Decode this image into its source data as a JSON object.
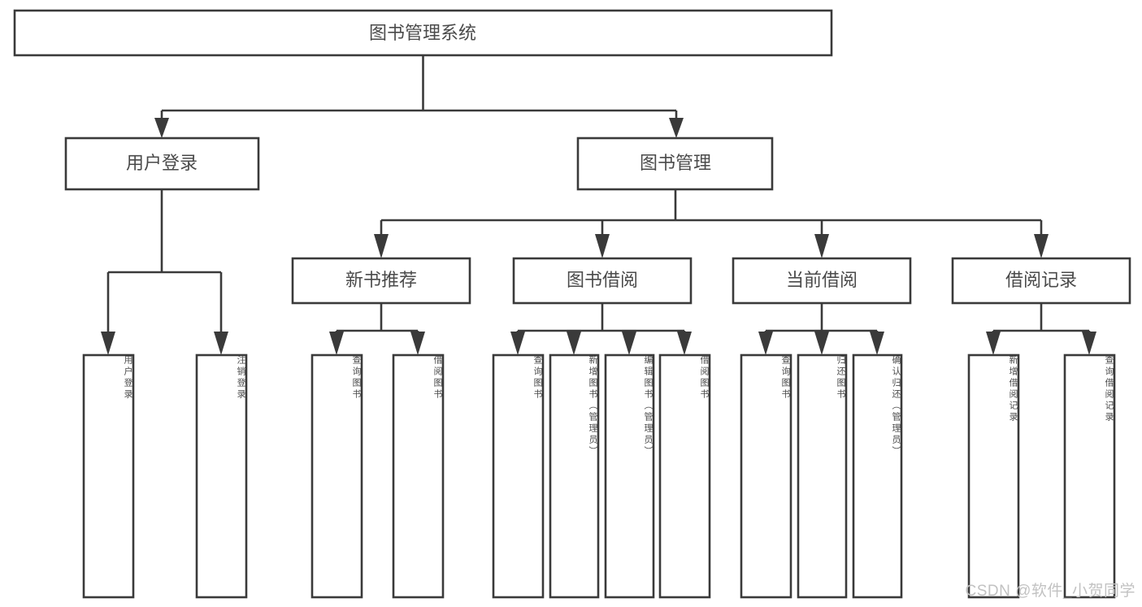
{
  "diagram": {
    "title": "图书管理系统",
    "type": "tree",
    "orientation": "top-down",
    "background_color": "#ffffff",
    "line_color": "#3a3a3a",
    "text_color": "#4a4a4a",
    "box_fill": "#ffffff"
  },
  "root": {
    "label": "图书管理系统"
  },
  "level2": [
    {
      "label": "用户登录"
    },
    {
      "label": "图书管理"
    }
  ],
  "level3": [
    {
      "label": "新书推荐"
    },
    {
      "label": "图书借阅"
    },
    {
      "label": "当前借阅"
    },
    {
      "label": "借阅记录"
    }
  ],
  "leaves": {
    "user_login": [
      {
        "label": "用户登录"
      },
      {
        "label": "注销登录"
      }
    ],
    "new_book_recommend": [
      {
        "label": "查询图书"
      },
      {
        "label": "借阅图书"
      }
    ],
    "book_borrow": [
      {
        "label": "查询图书"
      },
      {
        "label": "新增图书（管理员）"
      },
      {
        "label": "编辑图书（管理员）"
      },
      {
        "label": "借阅图书"
      }
    ],
    "current_borrow": [
      {
        "label": "查询图书"
      },
      {
        "label": "归还图书"
      },
      {
        "label": "确认归还（管理员）"
      }
    ],
    "borrow_record": [
      {
        "label": "新增借阅记录"
      },
      {
        "label": "查询借阅记录"
      }
    ]
  },
  "watermark": {
    "text": "CSDN @软件_小贺同学"
  }
}
